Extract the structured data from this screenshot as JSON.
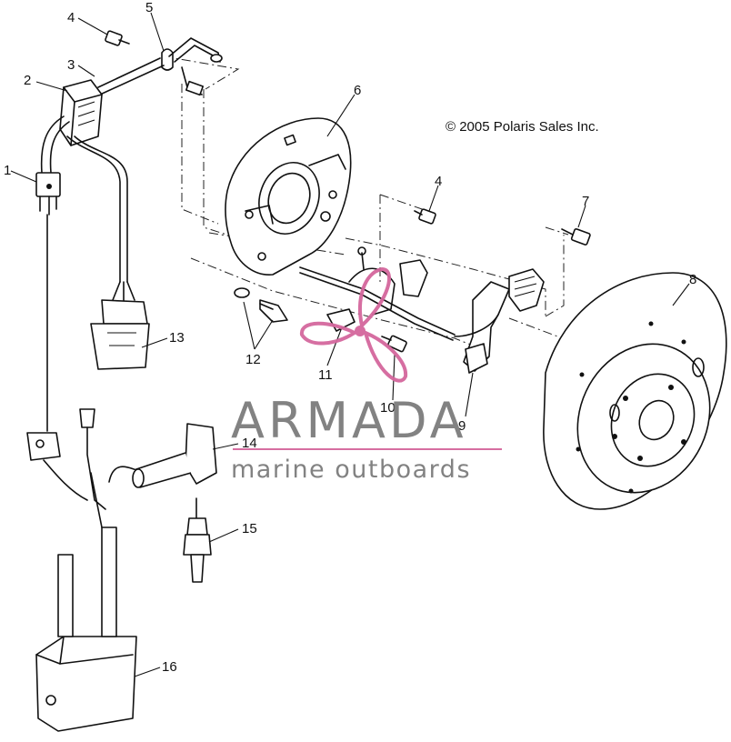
{
  "diagram": {
    "copyright": "© 2005 Polaris Sales Inc.",
    "callouts": [
      "1",
      "2",
      "3",
      "4",
      "4",
      "5",
      "6",
      "7",
      "8",
      "9",
      "10",
      "11",
      "12",
      "13",
      "14",
      "15",
      "16"
    ]
  },
  "watermark": {
    "brand": "ARMADA",
    "tagline": "marine outboards",
    "accent_color": "#d4679d",
    "text_color": "#7c7c7c"
  },
  "icons": [
    "armada-propeller-logo-icon"
  ]
}
